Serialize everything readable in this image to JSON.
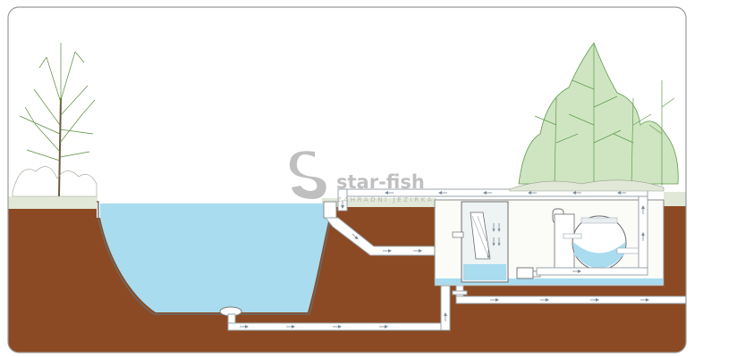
{
  "logo": {
    "brand": "star-fish",
    "tagline": "ZAHRADNÍ JEZÍRKA"
  },
  "colors": {
    "water": "#a9dcef",
    "water_deep": "#8fcbe6",
    "soil": "#8b4a23",
    "soil_dark": "#7a3f1c",
    "gravel": "#e2e8d8",
    "pipe": "#ffffff",
    "pipe_outline": "#9aa4ac",
    "chamber": "#fbfbf7",
    "tree_green": "#5d9b4a",
    "frame": "#9a9a9a"
  },
  "components": [
    {
      "id": "pond",
      "icon": "pond-basin"
    },
    {
      "id": "bottom-drain",
      "icon": "drain-dome"
    },
    {
      "id": "skimmer",
      "icon": "skimmer-box"
    },
    {
      "id": "sieve-filter",
      "icon": "gravity-sieve"
    },
    {
      "id": "pump",
      "icon": "pump-box"
    },
    {
      "id": "sand-filter",
      "icon": "pressure-filter-tank"
    },
    {
      "id": "return-pipe",
      "icon": "pipe"
    },
    {
      "id": "waste-pipe",
      "icon": "pipe"
    }
  ]
}
